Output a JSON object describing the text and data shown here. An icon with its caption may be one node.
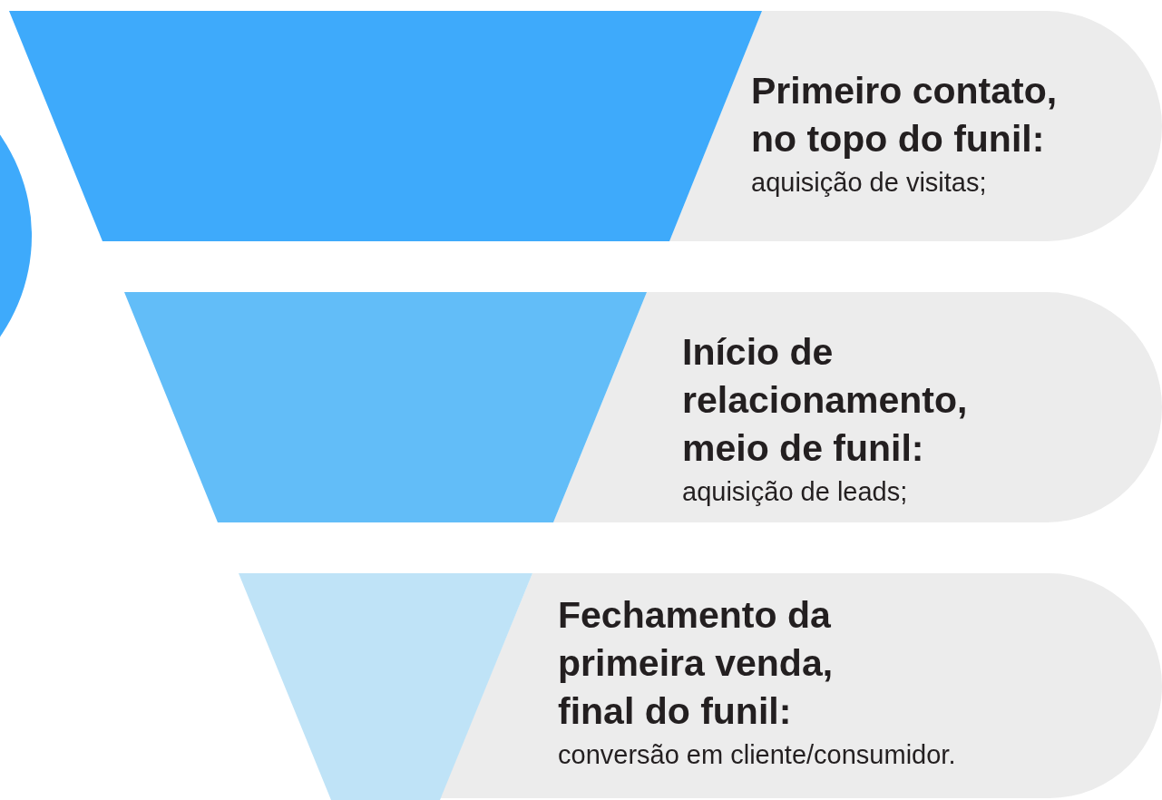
{
  "diagram": {
    "nodes": [
      {
        "text": [],
        "shape": "trapezoid"
      },
      {
        "text": [
          "Primeiro contato, no topo do funil:",
          "aquisição de visitas;"
        ]
      },
      {
        "text": [],
        "shape": "trapezoid"
      },
      {
        "text": [
          "Início de relacionamento, meio de funil:",
          "aquisição de leads;"
        ]
      },
      {
        "text": [],
        "shape": "trapezoid"
      },
      {
        "text": [
          "Fechamento da primeira venda, final do funil:",
          "conversão em cliente/consumidor."
        ]
      }
    ]
  }
}
